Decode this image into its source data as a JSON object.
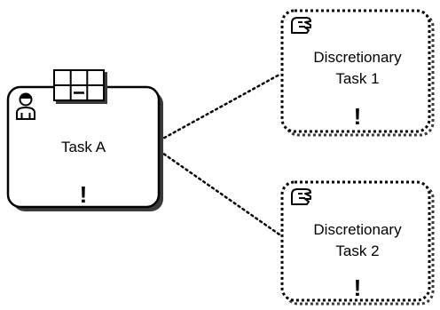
{
  "diagram": {
    "task_a": {
      "label": "Task A",
      "marker": "!",
      "header_icon": "user-icon",
      "top_icon": "planning-table-icon"
    },
    "discretionary_task_1": {
      "label_line1": "Discretionary",
      "label_line2": "Task 1",
      "marker": "!",
      "header_icon": "manual-hand-icon"
    },
    "discretionary_task_2": {
      "label_line1": "Discretionary",
      "label_line2": "Task 2",
      "marker": "!",
      "header_icon": "manual-hand-icon"
    },
    "connector_style": "dotted",
    "stroke_color": "#000000",
    "shadow_color": "#3a3a3a"
  }
}
